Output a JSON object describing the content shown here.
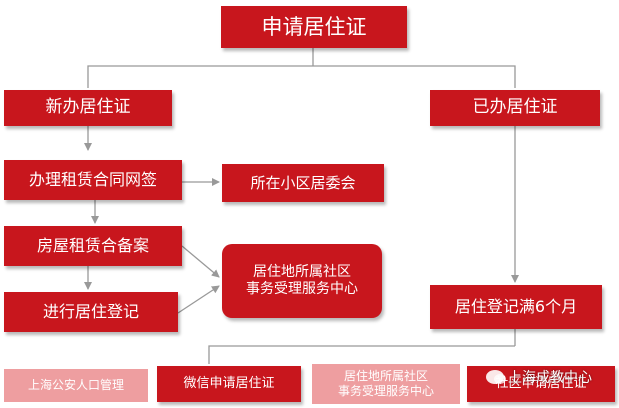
{
  "flowchart": {
    "title": "申请居住证",
    "left_branch": "新办居住证",
    "right_branch": "已办居住证",
    "step_lease_sign": "办理租赁合同网签",
    "neighborhood_committee": "所在小区居委会",
    "step_lease_record": "房屋租赁合备案",
    "step_residence_register": "进行居住登记",
    "service_center_line1": "居住地所属社区",
    "service_center_line2": "事务受理服务中心",
    "registered_six_months": "居住登记满6个月",
    "channels": {
      "police_portal": "上海公安人口管理",
      "wechat": "微信申请居住证",
      "center_line1": "居住地所属社区",
      "center_line2": "事务受理服务中心",
      "community_center": "社区申请居住证"
    },
    "watermark": "上海成教中心"
  },
  "colors": {
    "primary_red": "#c8161d",
    "faded_red": "#ee9ea0",
    "connector": "#999999"
  }
}
